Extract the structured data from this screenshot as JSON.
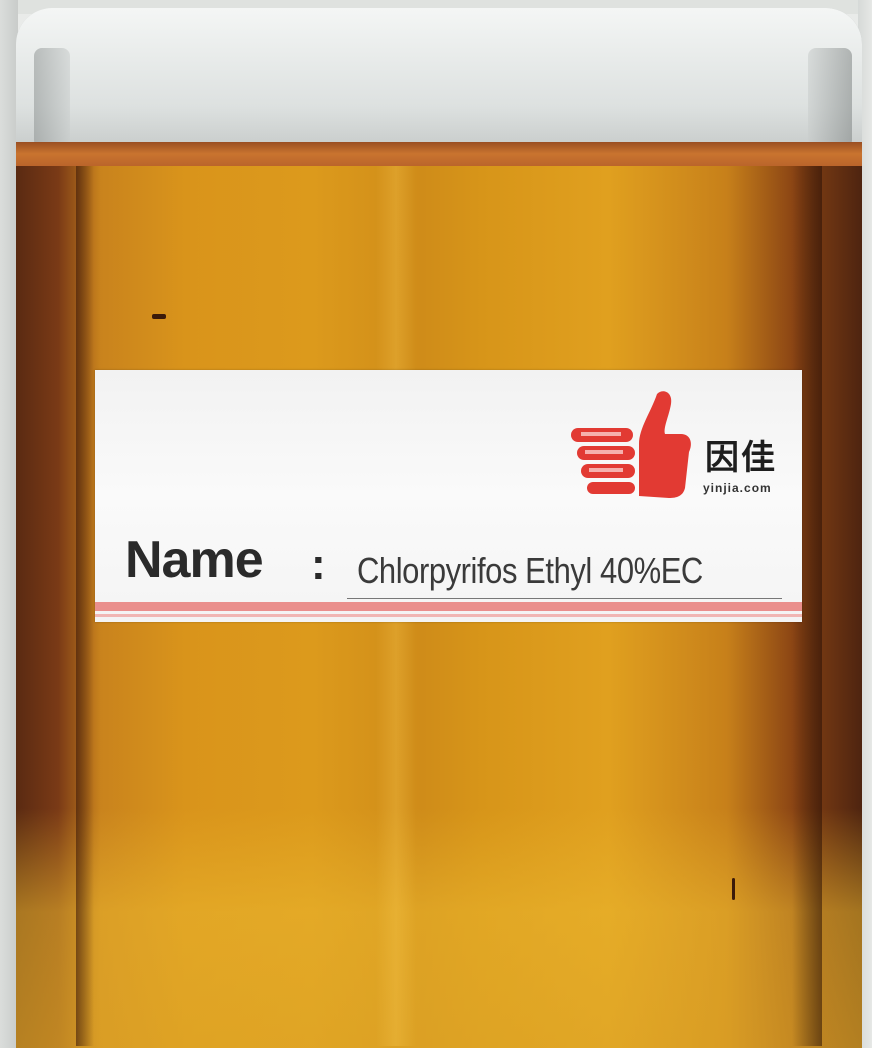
{
  "label": {
    "name_label": "Name",
    "colon": ":",
    "product_name": "Chlorpyrifos Ethyl  40%EC",
    "brand_text": "因佳",
    "brand_subtext": "yinjia.com"
  },
  "icons": {
    "logo": "thumbs-up-logo-icon"
  },
  "colors": {
    "liquid": "#d9941b",
    "label_stripe": "#ea8f8c",
    "logo_red": "#e23a33",
    "label_bg": "#f6f6f6"
  }
}
